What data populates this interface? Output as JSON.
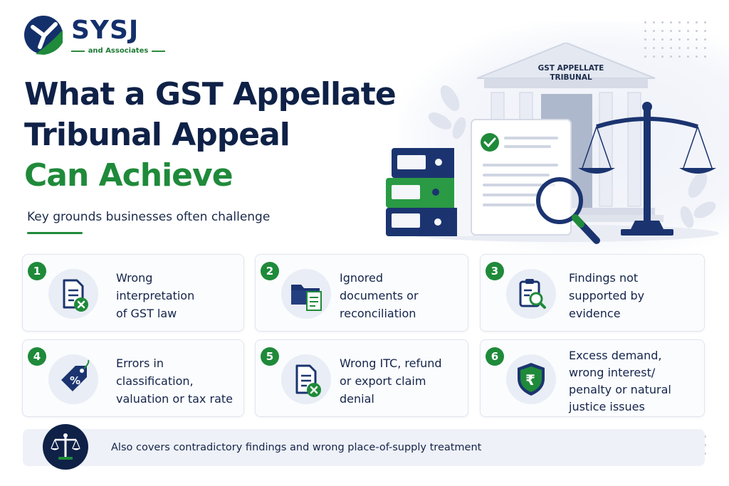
{
  "brand": {
    "name": "SYSJ",
    "subtitle": "and Associates",
    "colors": {
      "navy": "#0f2147",
      "green": "#1f8a3a"
    }
  },
  "headline": {
    "line1": "What a GST Appellate",
    "line2": "Tribunal Appeal",
    "line3": "Can Achieve"
  },
  "tagline": "Key grounds businesses often challenge",
  "illustration": {
    "building_label_line1": "GST APPELLATE",
    "building_label_line2": "TRIBUNAL"
  },
  "cards": [
    {
      "number": "1",
      "icon": "document-cross-icon",
      "lines": [
        "Wrong",
        "interpretation",
        "of GST law"
      ]
    },
    {
      "number": "2",
      "icon": "folder-document-icon",
      "lines": [
        "Ignored",
        "documents or",
        "reconciliation"
      ]
    },
    {
      "number": "3",
      "icon": "clipboard-search-icon",
      "lines": [
        "Findings not",
        "supported by",
        "evidence"
      ]
    },
    {
      "number": "4",
      "icon": "percent-tag-icon",
      "lines": [
        "Errors in",
        "classification,",
        "valuation or tax rate"
      ]
    },
    {
      "number": "5",
      "icon": "document-cross-icon",
      "lines": [
        "Wrong ITC, refund",
        "or export claim",
        "denial"
      ]
    },
    {
      "number": "6",
      "icon": "rupee-shield-icon",
      "lines": [
        "Excess demand,",
        "wrong interest/",
        "penalty or natural",
        "justice issues"
      ]
    }
  ],
  "footer": {
    "icon": "scales-icon",
    "text": "Also covers contradictory findings and wrong place-of-supply treatment"
  }
}
